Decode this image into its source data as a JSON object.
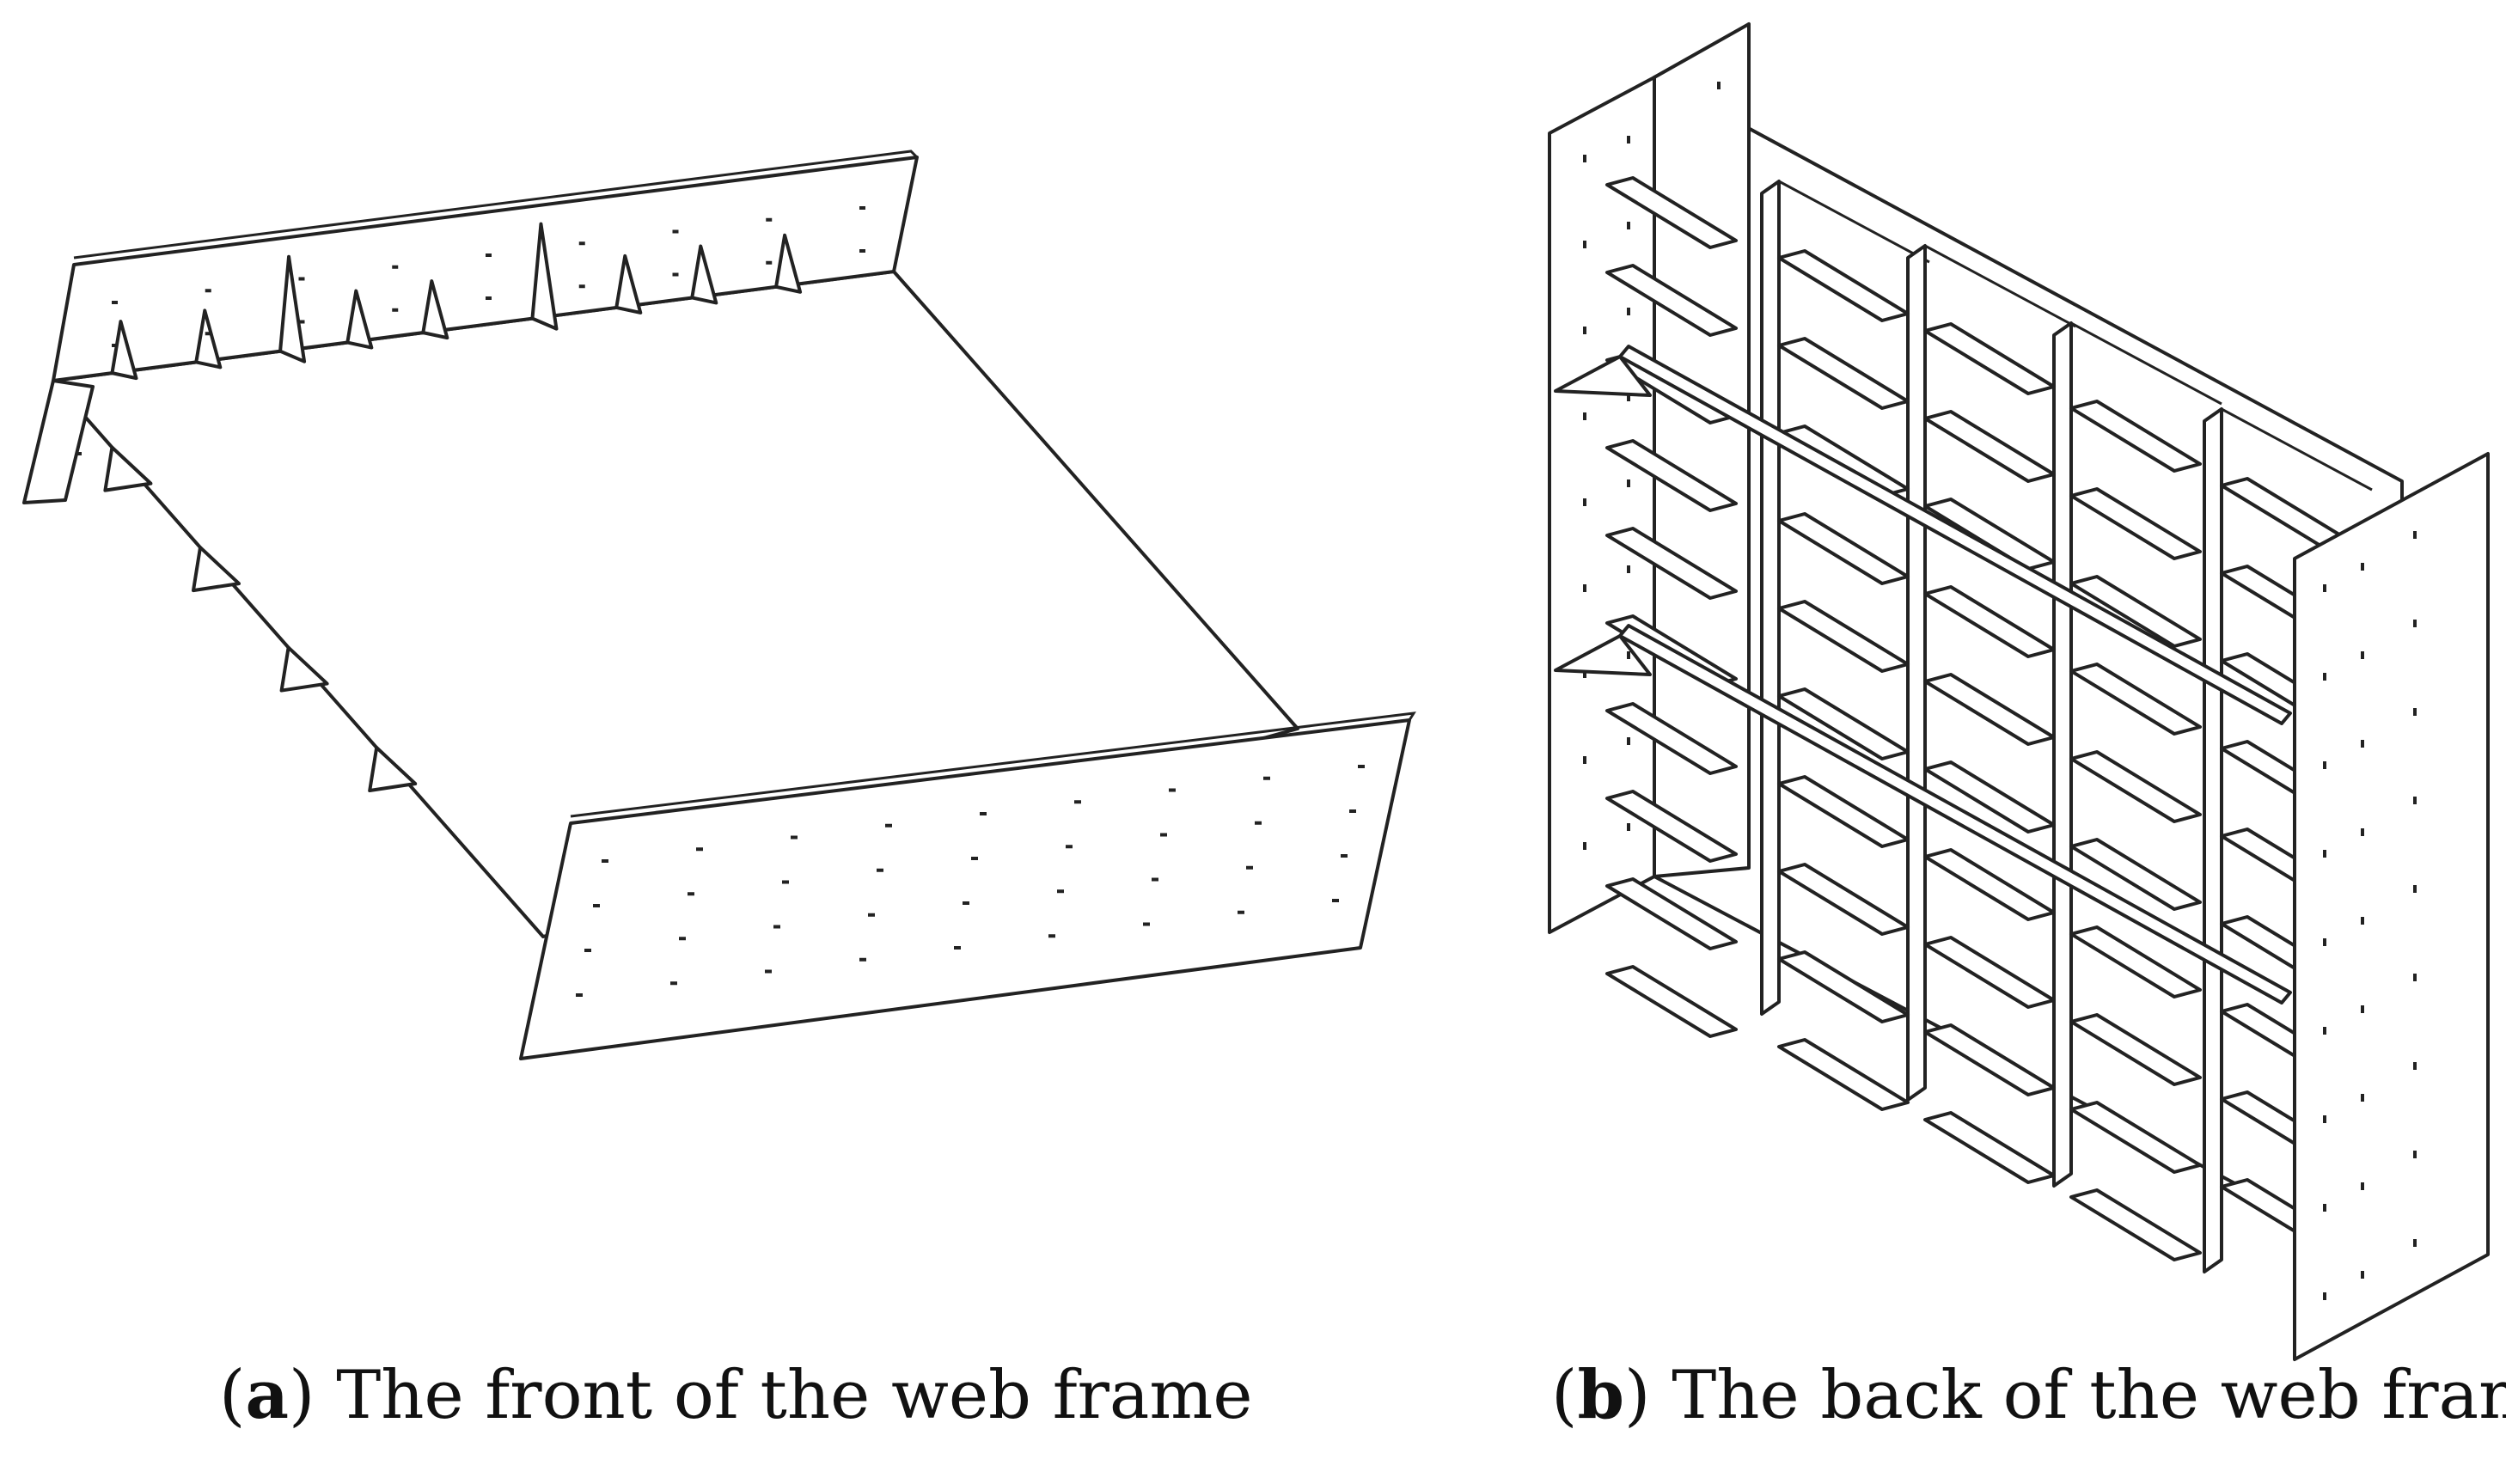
{
  "panels": [
    {
      "label": "a",
      "caption": "The front of the web frame"
    },
    {
      "label": "b",
      "caption": "The back of the web frame"
    }
  ],
  "colors": {
    "line": "#222222",
    "background": "#ffffff"
  }
}
